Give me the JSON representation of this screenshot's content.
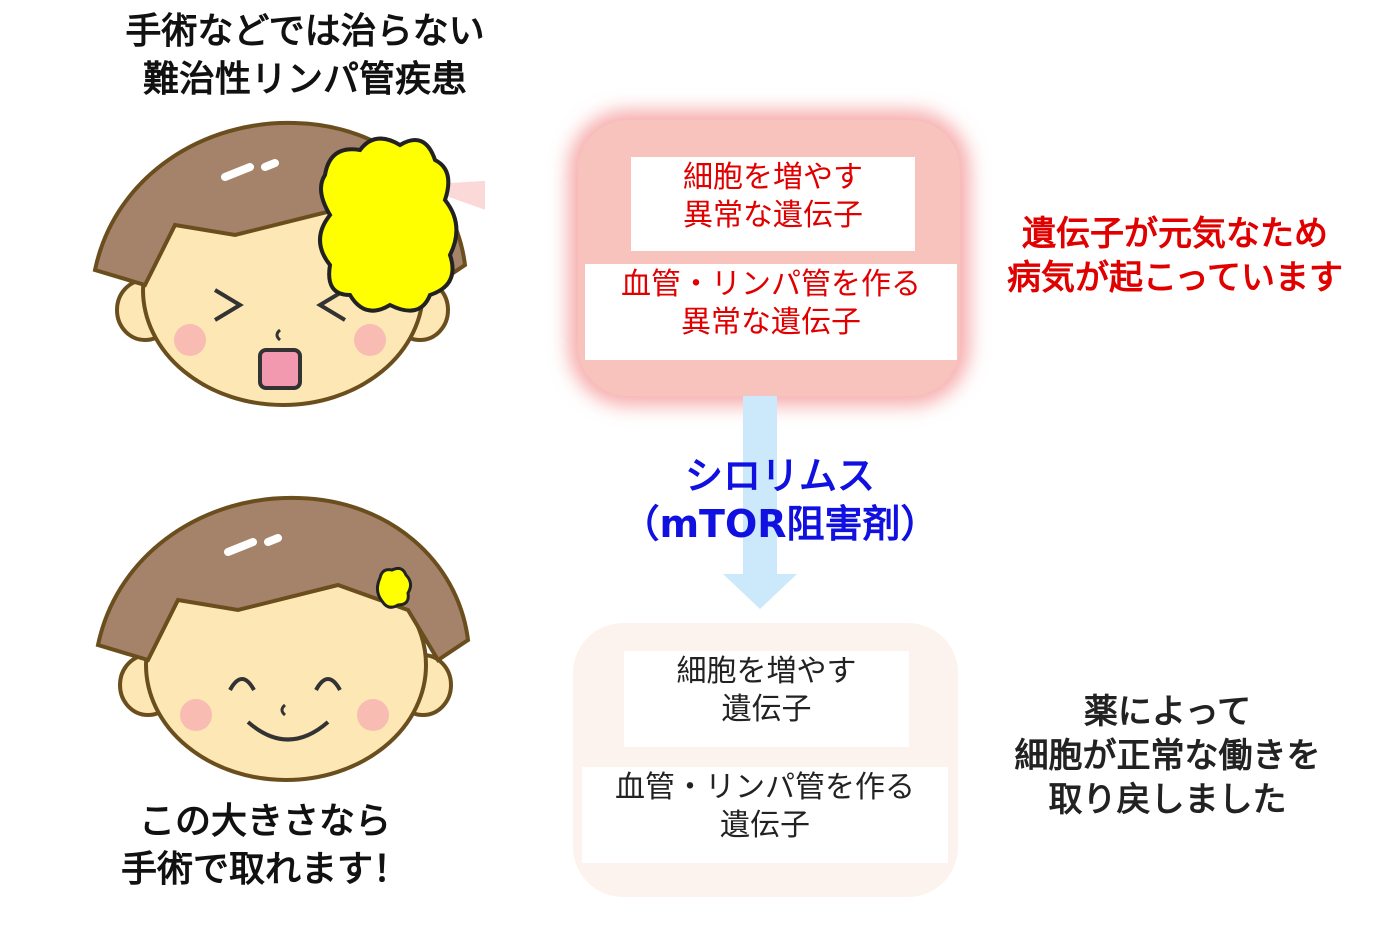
{
  "top_caption": {
    "line1": "手術などでは治らない",
    "line2": "難治性リンパ管疾患"
  },
  "bottom_caption": {
    "line1": "この大きさなら",
    "line2": "手術で取れます！"
  },
  "sick_box": {
    "card1": {
      "line1": "細胞を増やす",
      "line2": "異常な遺伝子"
    },
    "card2": {
      "line1": "血管・リンパ管を作る",
      "line2": "異常な遺伝子"
    }
  },
  "sick_message": {
    "line1": "遺伝子が元気なため",
    "line2": "病気が起こっています"
  },
  "drug": {
    "line1": "シロリムス",
    "line2": "（mTOR阻害剤）"
  },
  "healthy_box": {
    "card1": {
      "line1": "細胞を増やす",
      "line2": "遺伝子"
    },
    "card2": {
      "line1": "血管・リンパ管を作る",
      "line2": "遺伝子"
    }
  },
  "healthy_message": {
    "line1": "薬によって",
    "line2": "細胞が正常な働きを",
    "line3": "取り戻しました"
  },
  "colors": {
    "red": "#e00000",
    "blue": "#1010e0",
    "lesion": "#ffff00",
    "hair": "#a5836a",
    "skin": "#fde7b4"
  }
}
